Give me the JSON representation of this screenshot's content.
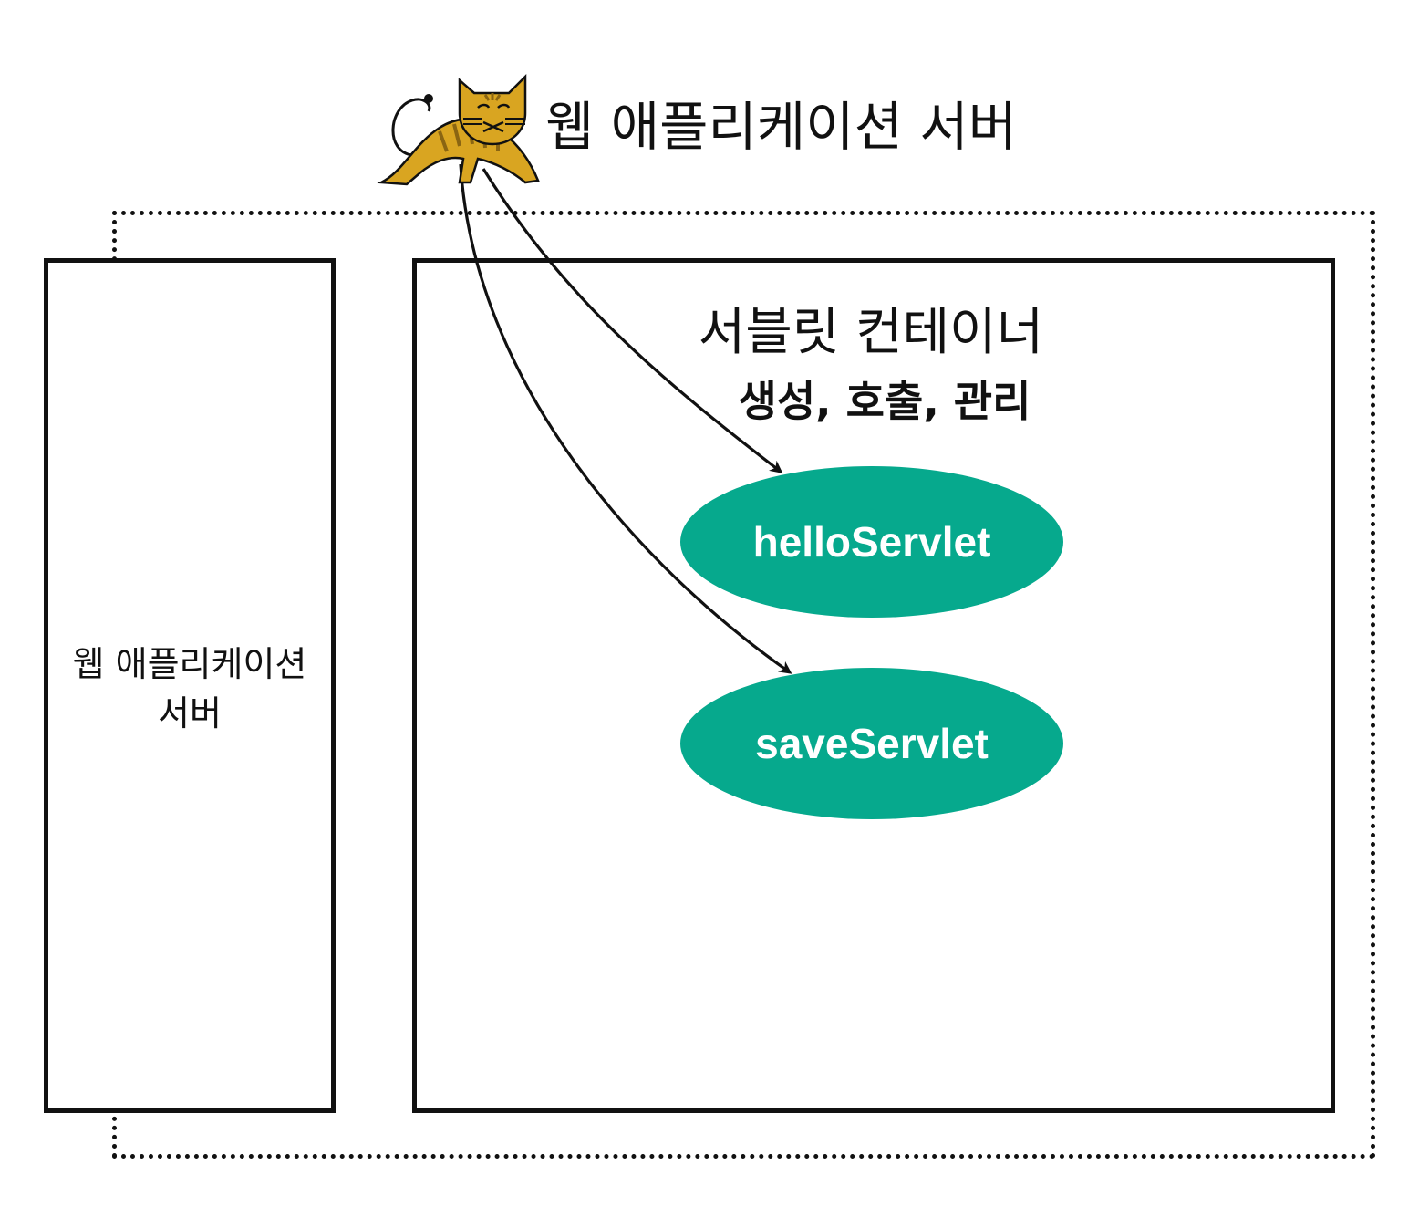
{
  "header": {
    "title": "웹 애플리케이션 서버"
  },
  "web_server_box": {
    "label_line1": "웹 애플리케이션",
    "label_line2": "서버"
  },
  "servlet_container": {
    "title": "서블릿 컨테이너",
    "subtitle": "생성, 호출, 관리"
  },
  "servlets": [
    {
      "label": "helloServlet"
    },
    {
      "label": "saveServlet"
    }
  ],
  "colors": {
    "servlet_fill": "#06a98d",
    "line": "#111111",
    "mascot_body": "#d9a521",
    "mascot_stripe": "#8a6512"
  },
  "icons": {
    "mascot": "tomcat-cat-icon"
  }
}
